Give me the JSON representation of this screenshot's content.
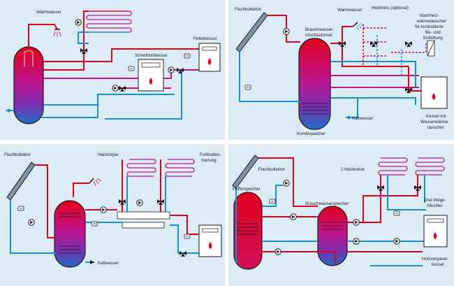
{
  "colors": {
    "panel_bg": "#dcecf7",
    "hot": "#e3001b",
    "cold": "#1a8fd0",
    "mixed": "#c0148c",
    "tank_top": "#e3001b",
    "tank_bottom": "#1f6fc4",
    "stroke": "#1a1a1a"
  },
  "panels": [
    {
      "id": "top-left",
      "labels": {
        "warmwasser": "Warmwasser",
        "pelletkessel": "Pelletkessel",
        "scheitholzkessel": "Scheitholzkessel"
      }
    },
    {
      "id": "top-right",
      "labels": {
        "flachkollektor": "Flachkollektor",
        "warmwasser": "Warmwasser",
        "heizkreis": "Heizkreis (optional)",
        "nachheiz_1": "Nachheiz-",
        "nachheiz_2": "wärmetauscher",
        "nachheiz_3": "für kontrollierte",
        "nachheiz_4": "Be- und",
        "nachheiz_5": "Entlüftung",
        "brauch_1": "Brauchwasser-",
        "brauch_2": "mischautomat",
        "kaltwasser": "Kaltwasser",
        "kombispeicher": "Kombispeicher",
        "kessel_1": "Kessel mit",
        "kessel_2": "Wasserwärme-",
        "kessel_3": "tauscher"
      }
    },
    {
      "id": "bottom-left",
      "labels": {
        "flachkollektor": "Flachkollektor",
        "heizkoerper": "Heizkörper",
        "fussboden_1": "Fußboden-",
        "fussboden_2": "heizung",
        "kaltwasser": "Kaltwasser"
      }
    },
    {
      "id": "bottom-right",
      "labels": {
        "flachkollektor": "Flachkollektor",
        "heizkreise": "2 Heizkreise",
        "pufferspeicher": "Pufferspeicher",
        "brauchwasserspeicher": "Brauchwasserspeicher",
        "dreiwege_1": "Drei-Wege-",
        "dreiwege_2": "Mischer",
        "holz_1": "Holzvergaser-",
        "holz_2": "kessel"
      }
    }
  ]
}
